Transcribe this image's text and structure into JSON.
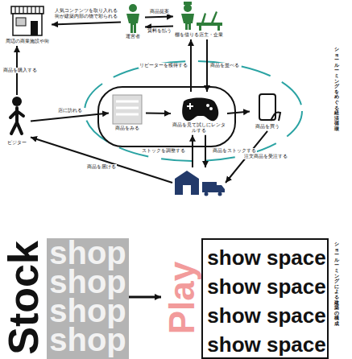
{
  "diagram": {
    "title": "ショールーミングをめぐる経済循環",
    "caption": "ショールーミングによる建築の構成",
    "nodes": [
      {
        "text": [
          "周辺の商業施設や街"
        ]
      },
      {
        "text": [
          "運営者"
        ]
      },
      {
        "text": [
          "棚を借りる店主・企業"
        ]
      },
      {
        "text": [
          "ビジター"
        ]
      },
      {
        "text": [
          "商品をみる"
        ]
      },
      {
        "text": [
          "商品を見て試しにレンタルする"
        ]
      },
      {
        "text": [
          "商品を買う"
        ]
      },
      {
        "text": []
      },
      {
        "text": [
          "Stock",
          "shop",
          "shop",
          "shop",
          "shop"
        ]
      },
      {
        "text": [
          "Play",
          "show space",
          "show space",
          "show space",
          "show space"
        ]
      }
    ],
    "edges": [
      {
        "from": 3,
        "to": 0,
        "arrow": "to",
        "label": "商品を購入する"
      },
      {
        "from": 1,
        "to": 0,
        "arrow": "to",
        "label": "人気コンテンツを取り入れる 街が建築内部の物で彩られる"
      },
      {
        "from": 1,
        "to": 2,
        "arrow": "to",
        "label": "商品提案"
      },
      {
        "from": 2,
        "to": 1,
        "arrow": "to",
        "label": "賃料を払う"
      },
      {
        "from": 2,
        "to": 5,
        "arrow": "to",
        "label": "商品を並べる"
      },
      {
        "from": 5,
        "to": 2,
        "arrow": "to",
        "label": "リピーターを獲得する"
      },
      {
        "from": 3,
        "to": 4,
        "arrow": "to",
        "label": "店に訪れる"
      },
      {
        "from": 4,
        "to": 5,
        "arrow": "to"
      },
      {
        "from": 5,
        "to": 6,
        "arrow": "to"
      },
      {
        "from": 7,
        "to": 5,
        "arrow": "to",
        "label": "ストックを調整する"
      },
      {
        "from": 5,
        "to": 7,
        "arrow": "to",
        "label": "商品をストックする"
      },
      {
        "from": 6,
        "to": 7,
        "arrow": "to",
        "label": "注文商品を受注する"
      },
      {
        "from": 7,
        "to": 3,
        "arrow": "to",
        "label": "商品を届ける"
      },
      {
        "from": 8,
        "to": 9,
        "arrow": "to"
      }
    ]
  }
}
